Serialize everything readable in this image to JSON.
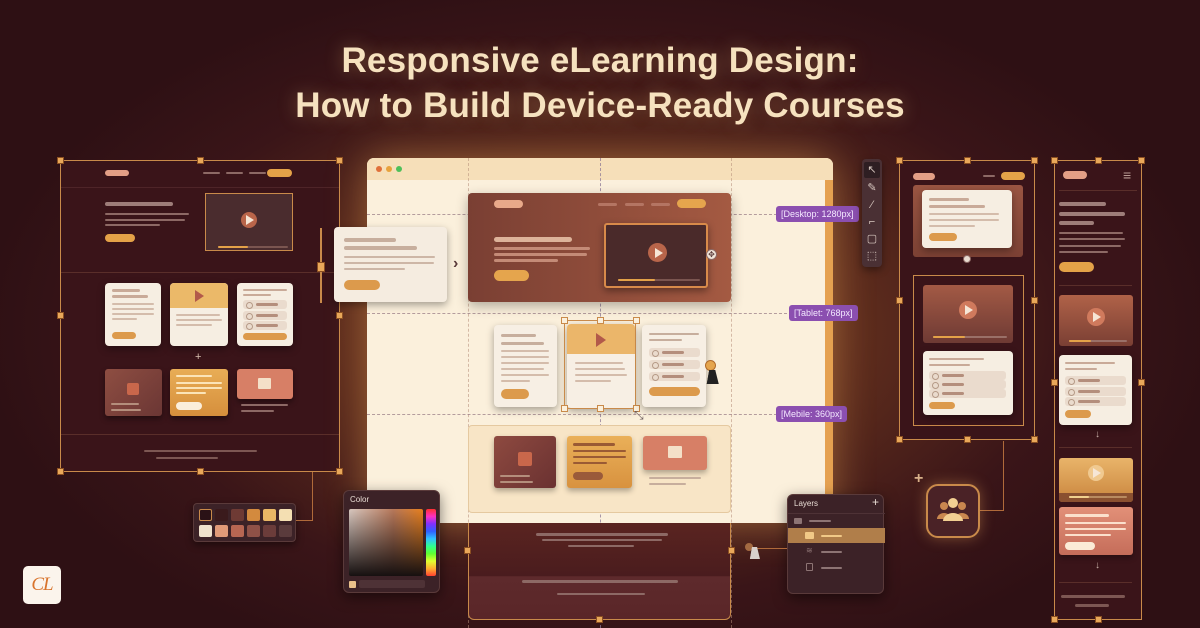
{
  "title": {
    "line1": "Responsive eLearning Design:",
    "line2": "How to Build Device-Ready Courses"
  },
  "breakpoints": [
    {
      "label": "[Desktop: 1280px]"
    },
    {
      "label": "[Tablet: 768px]"
    },
    {
      "label": "[Mebile: 360px]"
    }
  ],
  "panels": {
    "color": {
      "title": "Color"
    },
    "layers": {
      "title": "Layers",
      "add_symbol": "+"
    }
  },
  "toolbar": {
    "tools": [
      {
        "icon": "pointer-icon",
        "glyph": "↖"
      },
      {
        "icon": "pen-icon",
        "glyph": "✎"
      },
      {
        "icon": "eyedropper-icon",
        "glyph": "⁄"
      },
      {
        "icon": "crop-icon",
        "glyph": "⌐"
      },
      {
        "icon": "rectangle-icon",
        "glyph": "▢"
      },
      {
        "icon": "marquee-icon",
        "glyph": "⬚"
      }
    ]
  },
  "palette": {
    "row1": [
      "#2a1216",
      "#3a1a1c",
      "#6e3a34",
      "#d38a3e",
      "#e9b765",
      "#f4dfb2"
    ],
    "row2": [
      "#efe2cc",
      "#e09a78",
      "#b76652",
      "#8f5147",
      "#6b3c3a",
      "#5a3b3c"
    ]
  },
  "logo": {
    "text": "CL"
  },
  "colors": {
    "accent_orange": "#e0a04a",
    "tag_purple": "#8b4fb0",
    "title_cream": "#f6e2bf",
    "bg_dark": "#2e1014"
  },
  "icons": {
    "chevron_right": "›",
    "plus": "+",
    "arrow_down": "↓",
    "hamburger": "≡"
  }
}
